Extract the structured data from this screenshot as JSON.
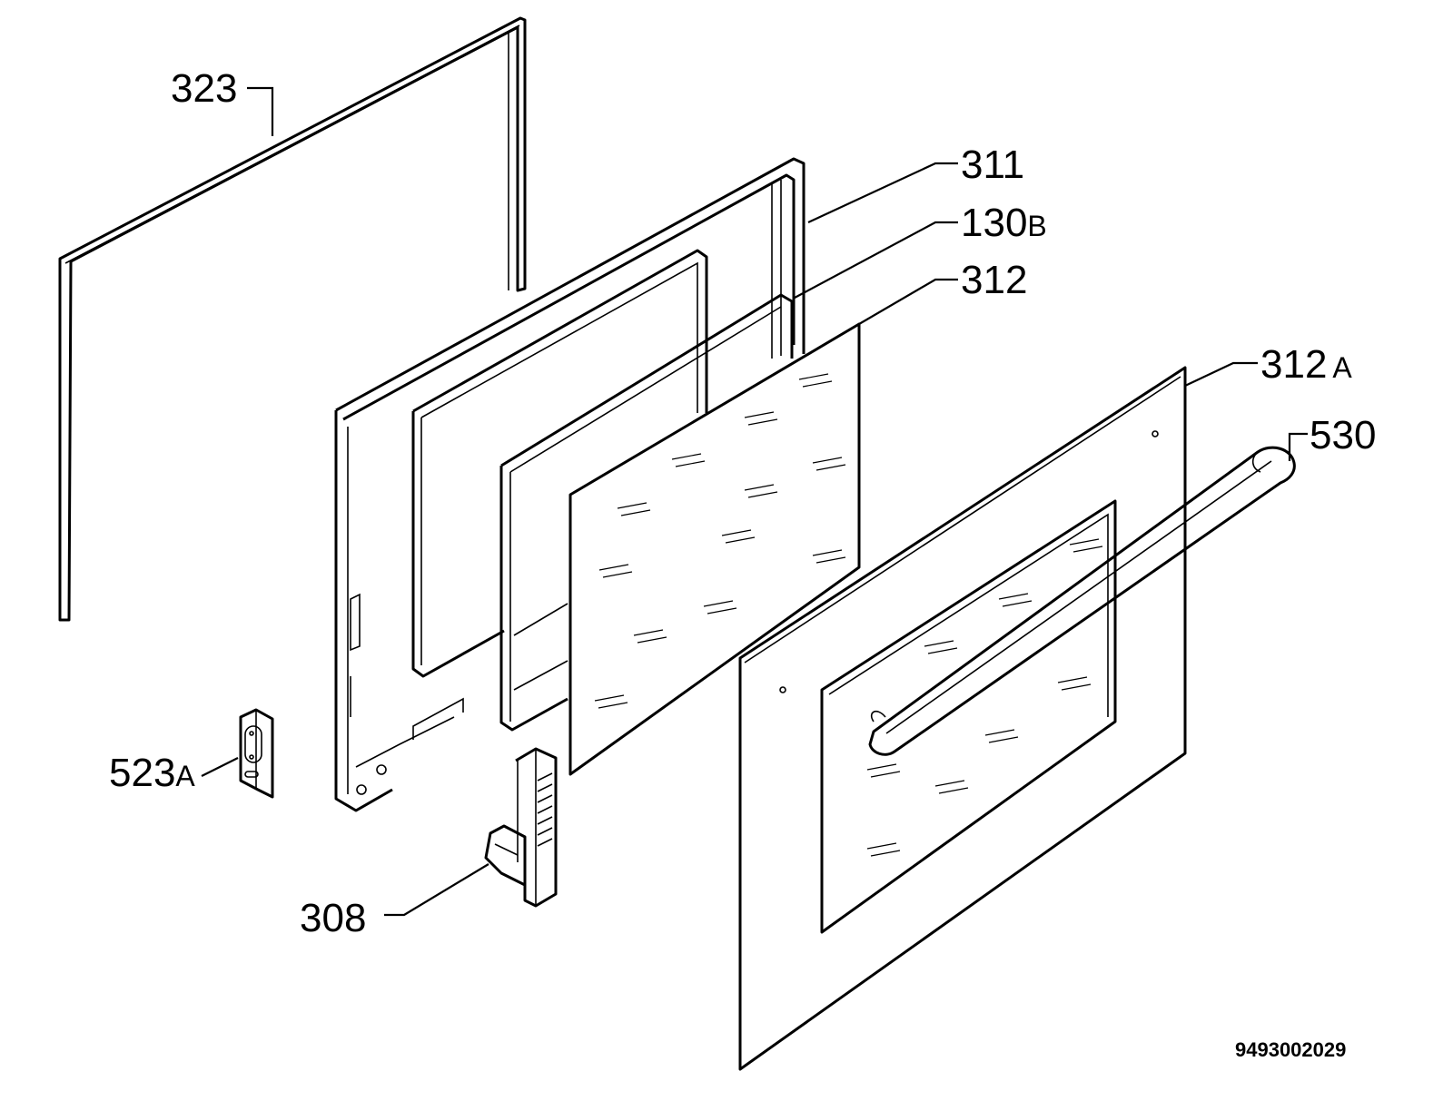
{
  "diagram": {
    "reference_number": "9493002029",
    "parts": [
      {
        "id": "323",
        "label": "323",
        "suffix": ""
      },
      {
        "id": "311",
        "label": "311",
        "suffix": ""
      },
      {
        "id": "130B",
        "label": "130",
        "suffix": "B"
      },
      {
        "id": "312",
        "label": "312",
        "suffix": ""
      },
      {
        "id": "312A",
        "label": "312",
        "suffix": "A"
      },
      {
        "id": "530",
        "label": "530",
        "suffix": ""
      },
      {
        "id": "523A",
        "label": "523",
        "suffix": "A"
      },
      {
        "id": "308",
        "label": "308",
        "suffix": ""
      }
    ]
  }
}
